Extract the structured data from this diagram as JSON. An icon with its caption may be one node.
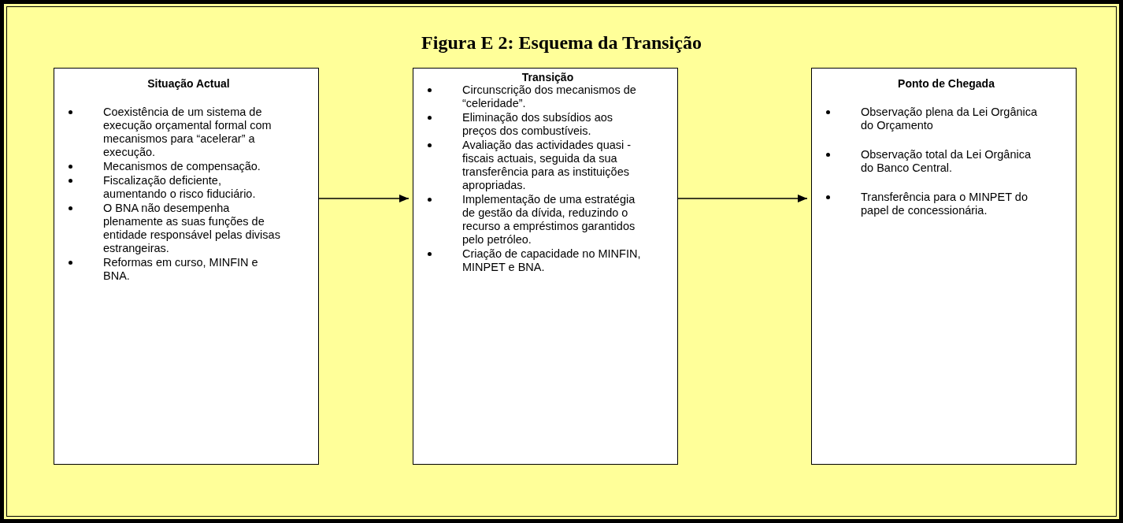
{
  "diagram": {
    "title": "Figura E 2:  Esquema da Transição",
    "nodes": [
      {
        "text": [
          "Situação Actual",
          "Coexistência de um sistema de execução orçamental formal com mecanismos para “acelerar” a execução.",
          "Mecanismos de compensação.",
          "Fiscalização deficiente, aumentando o risco fiduciário.",
          "O BNA não desempenha plenamente as suas funções de entidade responsável pelas divisas estrangeiras.",
          "Reformas em curso, MINFIN e BNA."
        ]
      },
      {
        "text": [
          "Transição",
          "Circunscrição dos mecanismos de “celeridade”.",
          "Eliminação dos subsídios aos preços dos combustíveis.",
          "Avaliação das actividades quasi -fiscais actuais, seguida da sua transferência para as instituições apropriadas.",
          "Implementação de uma estratégia de gestão da dívida, reduzindo o recurso a empréstimos garantidos pelo petróleo.",
          "Criação de capacidade no MINFIN, MINPET e BNA."
        ]
      },
      {
        "text": [
          "Ponto de Chegada",
          "Observação plena da Lei Orgânica do Orçamento",
          "Observação total da Lei Orgânica do Banco Central.",
          "Transferência para o MINPET do papel de concessionária."
        ]
      }
    ],
    "edges": [
      {
        "from": 0,
        "to": 1,
        "arrow": "to"
      },
      {
        "from": 1,
        "to": 2,
        "arrow": "to"
      }
    ]
  }
}
